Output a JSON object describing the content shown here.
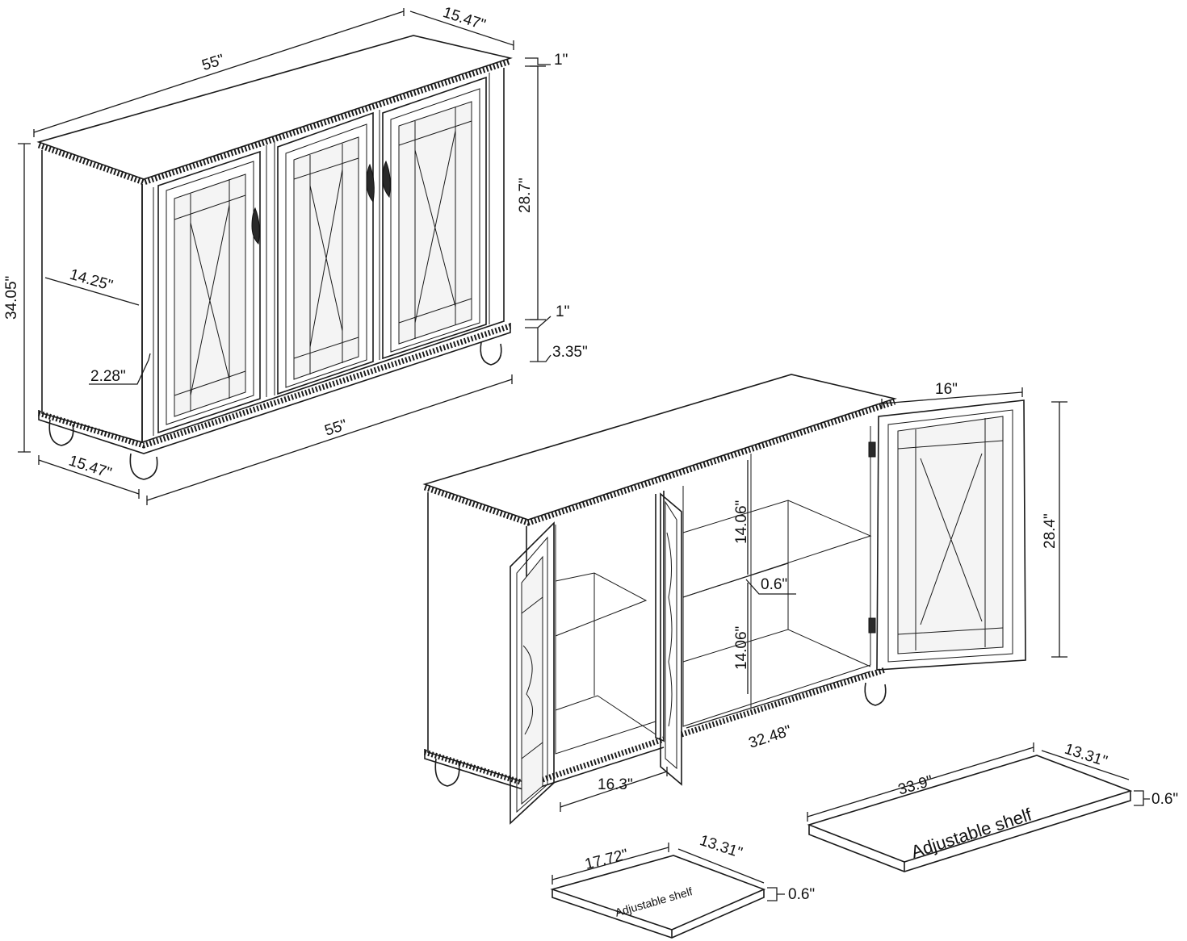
{
  "diagram": {
    "closed_view": {
      "width_top": "55\"",
      "depth_top": "15.47\"",
      "top_thickness": "1\"",
      "door_height": "28.7\"",
      "plinth_thickness": "1\"",
      "leg_height": "3.35\"",
      "total_height": "34.05\"",
      "inner_depth": "14.25\"",
      "side_offset": "2.28\"",
      "width_bottom": "55\"",
      "depth_bottom": "15.47\""
    },
    "open_view": {
      "door_width": "16\"",
      "door_height": "28.4\"",
      "compartment_height_upper": "14.06\"",
      "shelf_thickness": "0.6\"",
      "compartment_height_lower": "14.06\"",
      "right_compartment_width": "32.48\"",
      "left_compartment_width": "16.3\""
    },
    "shelf_large": {
      "length": "33.9\"",
      "depth": "13.31\"",
      "thickness": "0.6\"",
      "label": "Adjustable shelf"
    },
    "shelf_small": {
      "length": "17.72\"",
      "depth": "13.31\"",
      "thickness": "0.6\"",
      "label": "Adjustable shelf"
    }
  }
}
